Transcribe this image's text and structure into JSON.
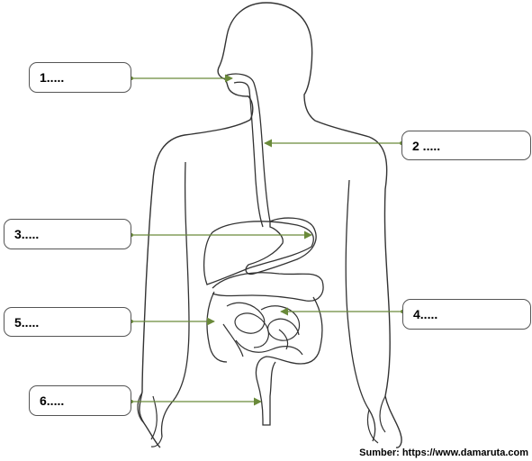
{
  "labels": [
    {
      "id": "1",
      "text": "1....."
    },
    {
      "id": "2",
      "text": "2 ....."
    },
    {
      "id": "3",
      "text": "3....."
    },
    {
      "id": "4",
      "text": "4....."
    },
    {
      "id": "5",
      "text": "5....."
    },
    {
      "id": "6",
      "text": "6....."
    }
  ],
  "source": "Sumber: https://www.damaruta.com",
  "colors": {
    "arrow": "#6a8a3a",
    "outline": "#333333",
    "box_border": "#555555"
  }
}
